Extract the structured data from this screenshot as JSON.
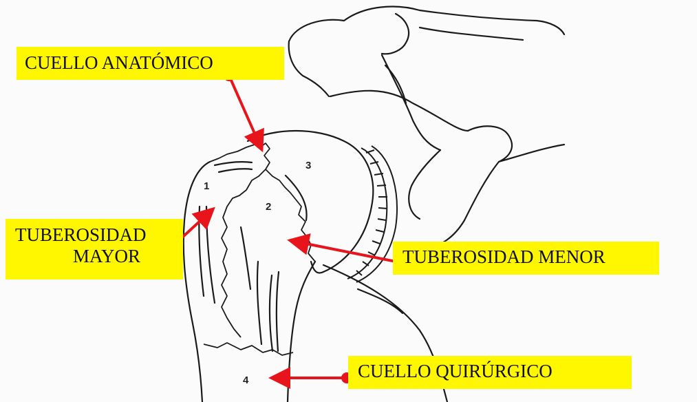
{
  "labels": {
    "cuello_anatomico": "CUELLO ANATÓMICO",
    "tuberosidad_mayor_line1": "TUBEROSIDAD",
    "tuberosidad_mayor_line2": "MAYOR",
    "tuberosidad_menor": "TUBEROSIDAD MENOR",
    "cuello_quirurgico": "CUELLO QUIRÚRGICO"
  },
  "region_numbers": {
    "one": "1",
    "two": "2",
    "three": "3",
    "four": "4"
  },
  "colors": {
    "label_background": "#fff700",
    "arrow": "#e8141c",
    "line_art": "#1a1a1a",
    "background": "#fbfbfb"
  }
}
